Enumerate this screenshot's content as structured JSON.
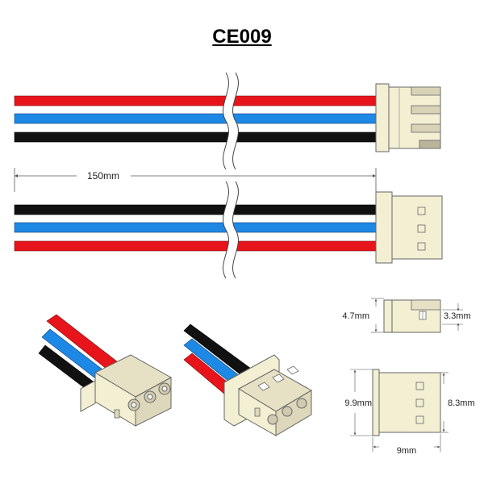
{
  "title": "CE009",
  "dimensions": {
    "cable_length": "150mm",
    "top_view_height": "4.7mm",
    "top_view_key": "3.3mm",
    "front_view_outer": "9.9mm",
    "front_view_inner": "8.3mm",
    "front_view_depth": "9mm"
  },
  "colors": {
    "red_wire": "#e8141b",
    "blue_wire": "#1e88e5",
    "black_wire": "#111111",
    "connector_body": "#f3efd3",
    "connector_shadow": "#c9c4a6",
    "dim_line": "#555555"
  },
  "icons": [
    "wavy-break-icon",
    "connector-side-icon",
    "connector-3d-icon",
    "dimension-arrow-icon"
  ]
}
